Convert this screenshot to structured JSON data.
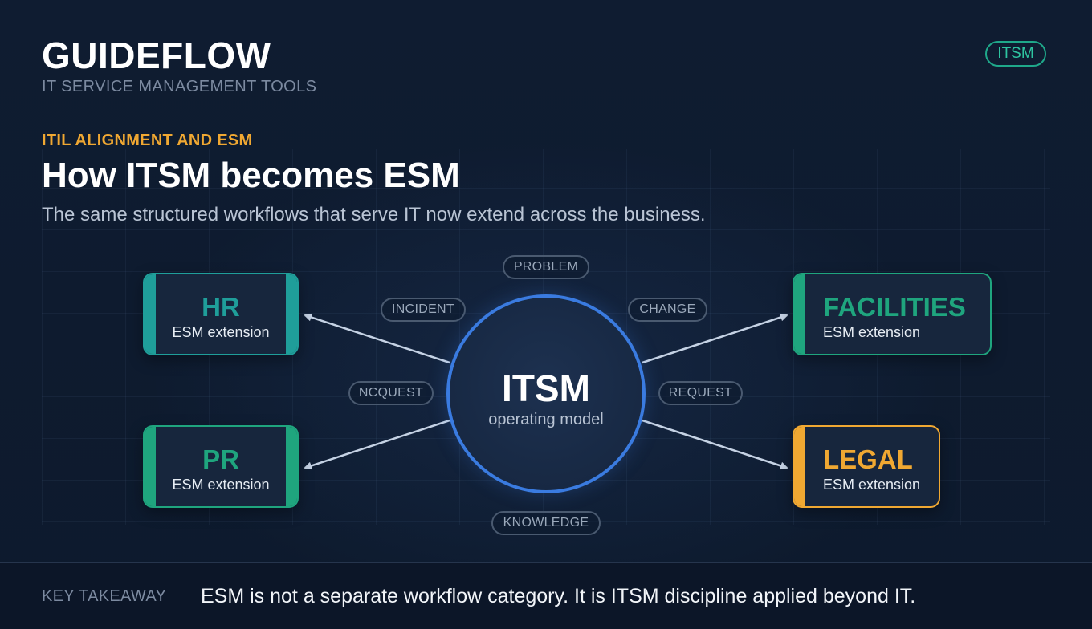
{
  "header": {
    "brand": "GUIDEFLOW",
    "brand_subtitle": "IT SERVICE MANAGEMENT TOOLS",
    "badge": "ITSM"
  },
  "intro": {
    "eyebrow": "ITIL ALIGNMENT AND ESM",
    "title": "How ITSM becomes ESM",
    "subtitle": "The same structured workflows that serve IT now extend across the business."
  },
  "diagram": {
    "hub": {
      "title": "ITSM",
      "subtitle": "operating model"
    },
    "nodes": [
      {
        "id": "hr",
        "title": "HR",
        "subtitle": "ESM extension",
        "color": "#1f9e9a"
      },
      {
        "id": "pr",
        "title": "PR",
        "subtitle": "ESM extension",
        "color": "#1fa57e"
      },
      {
        "id": "facilities",
        "title": "FACILITIES",
        "subtitle": "ESM extension",
        "color": "#1fa57e"
      },
      {
        "id": "legal",
        "title": "LEGAL",
        "subtitle": "ESM extension",
        "color": "#f0a832"
      }
    ],
    "tags": {
      "problem": "PROBLEM",
      "incident": "INCIDENT",
      "change": "CHANGE",
      "ncquest": "NCQUEST",
      "request": "REQUEST",
      "knowledge": "KNOWLEDGE"
    },
    "colors": {
      "hub_border": "#3a7be0",
      "arrow": "#c5d2e4",
      "tag_border": "#4a5a70"
    }
  },
  "footer": {
    "label": "KEY TAKEAWAY",
    "text": "ESM is not a separate workflow category. It is ITSM discipline applied beyond IT."
  }
}
